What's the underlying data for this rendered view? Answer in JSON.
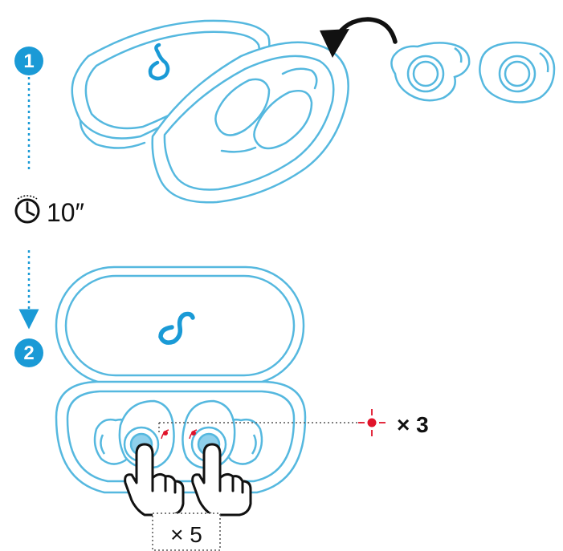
{
  "steps": [
    {
      "number": "1"
    },
    {
      "number": "2"
    }
  ],
  "wait": {
    "label": "10″",
    "icon": "clock-icon"
  },
  "led_blink": {
    "icon": "red-led-icon",
    "label": "× 3"
  },
  "tap_count": {
    "label": "× 5"
  },
  "colors": {
    "accent": "#1a9ad6",
    "line": "#55b8df",
    "led": "#e0142b",
    "ink": "#111111"
  }
}
